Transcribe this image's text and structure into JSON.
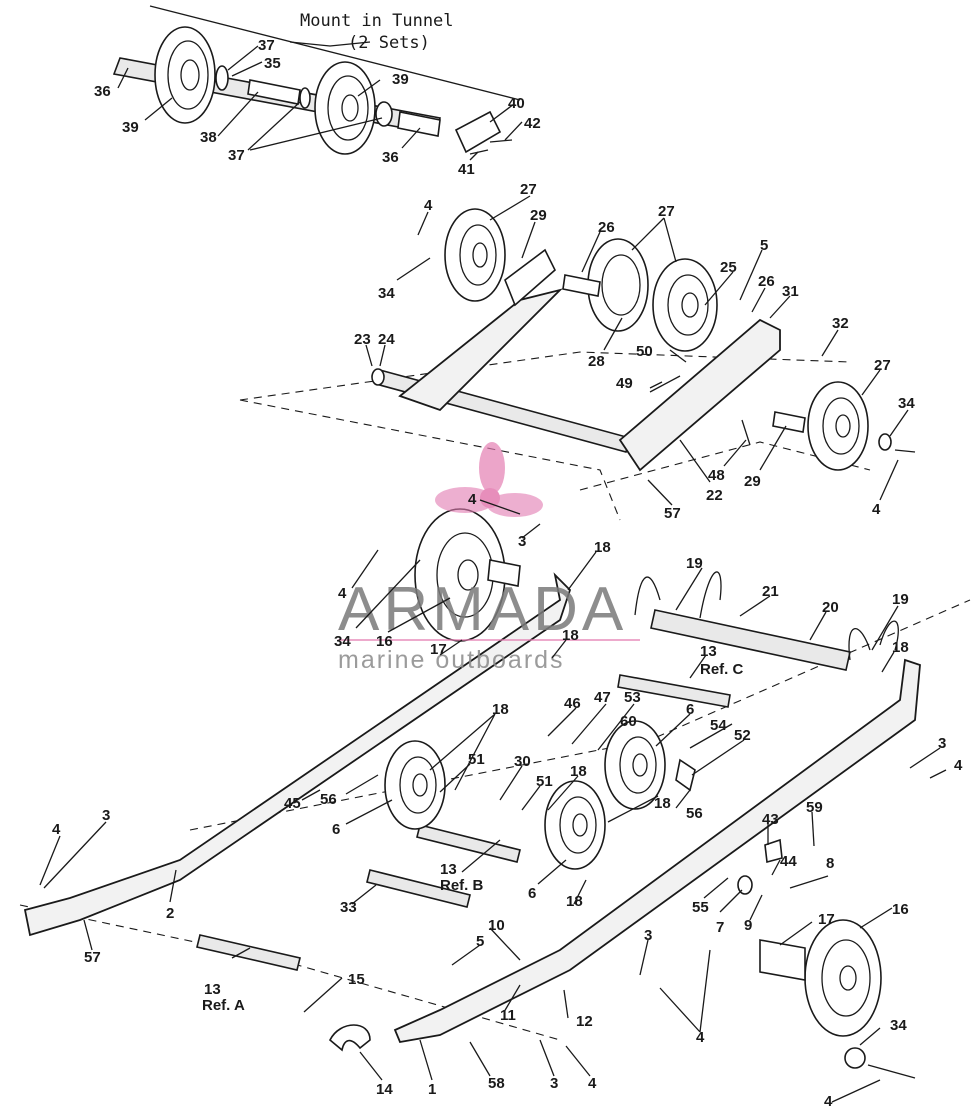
{
  "diagram": {
    "title_line1": "Mount in Tunnel",
    "title_line2": "(2 Sets)",
    "callouts": [
      {
        "id": "c36a",
        "text": "36"
      },
      {
        "id": "c37a",
        "text": "37"
      },
      {
        "id": "c35",
        "text": "35"
      },
      {
        "id": "c39a",
        "text": "39"
      },
      {
        "id": "c39b",
        "text": "39"
      },
      {
        "id": "c38",
        "text": "38"
      },
      {
        "id": "c37b",
        "text": "37"
      },
      {
        "id": "c36b",
        "text": "36"
      },
      {
        "id": "c40",
        "text": "40"
      },
      {
        "id": "c42",
        "text": "42"
      },
      {
        "id": "c41",
        "text": "41"
      },
      {
        "id": "c4a",
        "text": "4"
      },
      {
        "id": "c27a",
        "text": "27"
      },
      {
        "id": "c29a",
        "text": "29"
      },
      {
        "id": "c26a",
        "text": "26"
      },
      {
        "id": "c27b",
        "text": "27"
      },
      {
        "id": "c5a",
        "text": "5"
      },
      {
        "id": "c25",
        "text": "25"
      },
      {
        "id": "c26b",
        "text": "26"
      },
      {
        "id": "c31",
        "text": "31"
      },
      {
        "id": "c34a",
        "text": "34"
      },
      {
        "id": "c32",
        "text": "32"
      },
      {
        "id": "c23",
        "text": "23"
      },
      {
        "id": "c24",
        "text": "24"
      },
      {
        "id": "c28",
        "text": "28"
      },
      {
        "id": "c50",
        "text": "50"
      },
      {
        "id": "c27c",
        "text": "27"
      },
      {
        "id": "c49",
        "text": "49"
      },
      {
        "id": "c34b",
        "text": "34"
      },
      {
        "id": "c48",
        "text": "48"
      },
      {
        "id": "c29b",
        "text": "29"
      },
      {
        "id": "c22",
        "text": "22"
      },
      {
        "id": "c4b",
        "text": "4"
      },
      {
        "id": "c57a",
        "text": "57"
      },
      {
        "id": "c4c",
        "text": "4"
      },
      {
        "id": "c3a",
        "text": "3"
      },
      {
        "id": "c18a",
        "text": "18"
      },
      {
        "id": "c4d",
        "text": "4"
      },
      {
        "id": "c19a",
        "text": "19"
      },
      {
        "id": "c21",
        "text": "21"
      },
      {
        "id": "c20",
        "text": "20"
      },
      {
        "id": "c19b",
        "text": "19"
      },
      {
        "id": "c34c",
        "text": "34"
      },
      {
        "id": "c16a",
        "text": "16"
      },
      {
        "id": "c18b",
        "text": "18"
      },
      {
        "id": "c17a",
        "text": "17"
      },
      {
        "id": "c13c",
        "text": "13"
      },
      {
        "id": "c18c",
        "text": "18"
      },
      {
        "id": "c46",
        "text": "46"
      },
      {
        "id": "c47",
        "text": "47"
      },
      {
        "id": "c53",
        "text": "53"
      },
      {
        "id": "c18d",
        "text": "18"
      },
      {
        "id": "c60",
        "text": "60"
      },
      {
        "id": "c6a",
        "text": "6"
      },
      {
        "id": "c54",
        "text": "54"
      },
      {
        "id": "c52",
        "text": "52"
      },
      {
        "id": "c3b",
        "text": "3"
      },
      {
        "id": "c4e",
        "text": "4"
      },
      {
        "id": "c51a",
        "text": "51"
      },
      {
        "id": "c30",
        "text": "30"
      },
      {
        "id": "c51b",
        "text": "51"
      },
      {
        "id": "c18e",
        "text": "18"
      },
      {
        "id": "c45",
        "text": "45"
      },
      {
        "id": "c56a",
        "text": "56"
      },
      {
        "id": "c6b",
        "text": "6"
      },
      {
        "id": "c18f",
        "text": "18"
      },
      {
        "id": "c56b",
        "text": "56"
      },
      {
        "id": "c59",
        "text": "59"
      },
      {
        "id": "c43",
        "text": "43"
      },
      {
        "id": "c44",
        "text": "44"
      },
      {
        "id": "c8",
        "text": "8"
      },
      {
        "id": "c4f",
        "text": "4"
      },
      {
        "id": "c3c",
        "text": "3"
      },
      {
        "id": "c2",
        "text": "2"
      },
      {
        "id": "c13b",
        "text": "13"
      },
      {
        "id": "c6c",
        "text": "6"
      },
      {
        "id": "c18g",
        "text": "18"
      },
      {
        "id": "c55",
        "text": "55"
      },
      {
        "id": "c7",
        "text": "7"
      },
      {
        "id": "c9",
        "text": "9"
      },
      {
        "id": "c33",
        "text": "33"
      },
      {
        "id": "c57b",
        "text": "57"
      },
      {
        "id": "c3d",
        "text": "3"
      },
      {
        "id": "c10",
        "text": "10"
      },
      {
        "id": "c17b",
        "text": "17"
      },
      {
        "id": "c16b",
        "text": "16"
      },
      {
        "id": "c5b",
        "text": "5"
      },
      {
        "id": "c13a",
        "text": "13"
      },
      {
        "id": "c15",
        "text": "15"
      },
      {
        "id": "c12",
        "text": "12"
      },
      {
        "id": "c4g",
        "text": "4"
      },
      {
        "id": "c34d",
        "text": "34"
      },
      {
        "id": "c11",
        "text": "11"
      },
      {
        "id": "c14",
        "text": "14"
      },
      {
        "id": "c1",
        "text": "1"
      },
      {
        "id": "c58",
        "text": "58"
      },
      {
        "id": "c3e",
        "text": "3"
      },
      {
        "id": "c4h",
        "text": "4"
      },
      {
        "id": "c4i",
        "text": "4"
      }
    ],
    "refs": [
      {
        "id": "rc",
        "text": "Ref. C"
      },
      {
        "id": "rb",
        "text": "Ref. B"
      },
      {
        "id": "ra",
        "text": "Ref. A"
      }
    ]
  },
  "watermark": {
    "brand": "ARMADA",
    "tagline": "marine outboards",
    "colors": {
      "pink": "#e37bb0",
      "gray": "#7a7a7a"
    }
  }
}
